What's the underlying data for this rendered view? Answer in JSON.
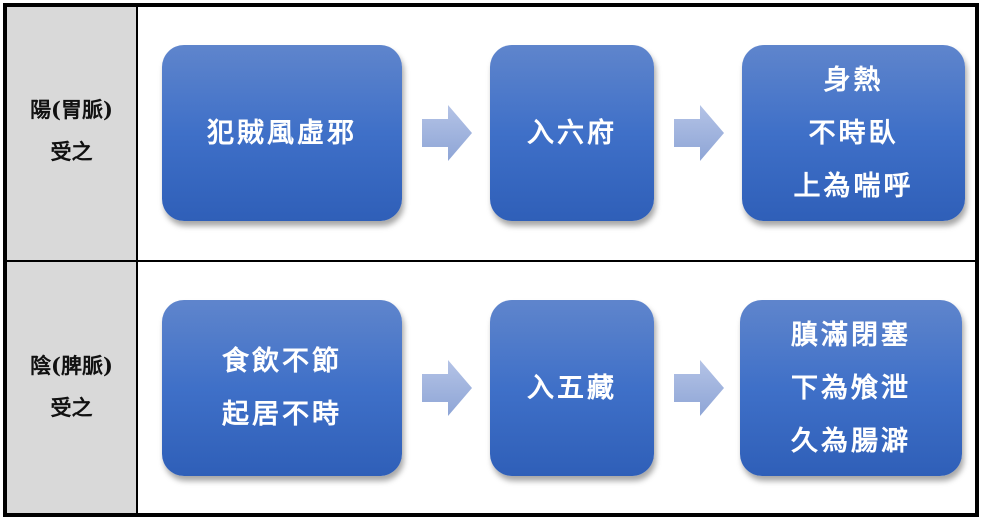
{
  "rows": [
    {
      "label": [
        "陽(胃脈)",
        "受之"
      ],
      "steps": [
        [
          "犯賊風虛邪"
        ],
        [
          "入六府"
        ],
        [
          "身熱",
          "不時臥",
          "上為喘呼"
        ]
      ]
    },
    {
      "label": [
        "陰(脾脈)",
        "受之"
      ],
      "steps": [
        [
          "食飲不節",
          "起居不時"
        ],
        [
          "入五藏"
        ],
        [
          "䐜滿閉塞",
          "下為飧泄",
          "久為腸澼"
        ]
      ]
    }
  ],
  "colors": {
    "box": "#3f70c8",
    "arrow": "#a3b5dc",
    "label_bg": "#d9d9d9"
  }
}
